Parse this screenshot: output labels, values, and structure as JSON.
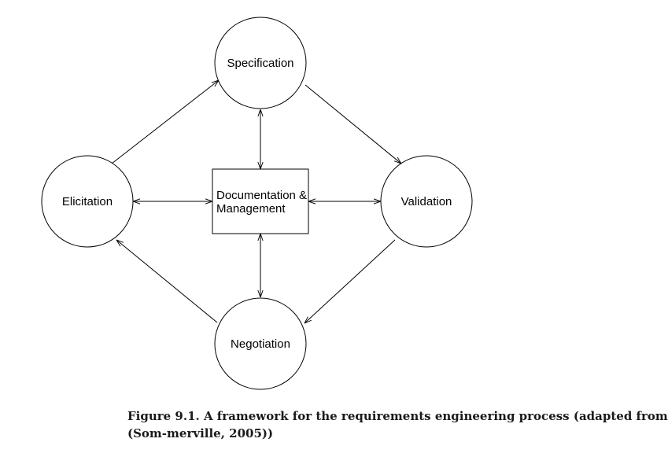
{
  "diagram": {
    "nodes": {
      "specification": {
        "label": "Specification"
      },
      "elicitation": {
        "label": "Elicitation"
      },
      "validation": {
        "label": "Validation"
      },
      "negotiation": {
        "label": "Negotiation"
      },
      "documentation": {
        "line1": "Documentation &",
        "line2": "Management"
      }
    },
    "edges": [
      {
        "from": "elicitation",
        "to": "specification",
        "direction": "forward"
      },
      {
        "from": "specification",
        "to": "validation",
        "direction": "forward"
      },
      {
        "from": "validation",
        "to": "negotiation",
        "direction": "forward"
      },
      {
        "from": "negotiation",
        "to": "elicitation",
        "direction": "forward"
      },
      {
        "from": "specification",
        "to": "documentation",
        "direction": "both"
      },
      {
        "from": "elicitation",
        "to": "documentation",
        "direction": "both"
      },
      {
        "from": "validation",
        "to": "documentation",
        "direction": "both"
      },
      {
        "from": "negotiation",
        "to": "documentation",
        "direction": "both"
      }
    ]
  },
  "caption": {
    "line1": "Figure 9.1. A framework for the requirements engineering process (adapted from",
    "line2": "(Som-merville, 2005))"
  }
}
